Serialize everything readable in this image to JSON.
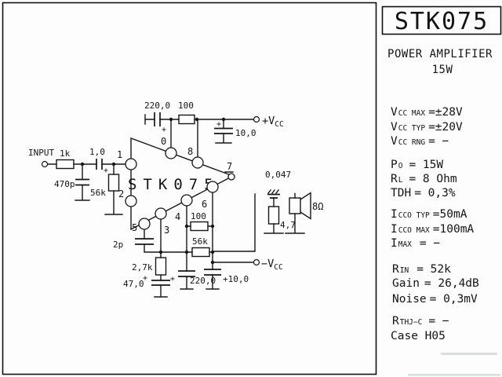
{
  "panel": {
    "title": "STK075",
    "subtitle": "POWER AMPLIFIER",
    "power": "15W",
    "specs": [
      {
        "main": "V",
        "sub": "CC MAX",
        "val": "=±28V"
      },
      {
        "main": "V",
        "sub": "CC TYP",
        "val": "=±20V"
      },
      {
        "main": "V",
        "sub": "CC RNG",
        "val": "= −"
      },
      {
        "main": "P",
        "sub": "O",
        "val": "= 15W"
      },
      {
        "main": "R",
        "sub": "L",
        "val": "= 8 Ohm"
      },
      {
        "main": "TDH",
        "sub": "",
        "val": "= 0,3%"
      },
      {
        "main": "I",
        "sub": "CCO TYP",
        "val": "=50mA"
      },
      {
        "main": "I",
        "sub": "CCO MAX",
        "val": "=100mA"
      },
      {
        "main": "I",
        "sub": "MAX",
        "val": "= −"
      },
      {
        "main": "R",
        "sub": "IN",
        "val": "= 52k"
      },
      {
        "main": "Gain",
        "sub": "",
        "val": "= 26,4dB"
      },
      {
        "main": "Noise",
        "sub": "",
        "val": "= 0,3mV"
      },
      {
        "main": "R",
        "sub": "THJ−C",
        "val": "= −"
      },
      {
        "main": "Case H05",
        "sub": "",
        "val": ""
      }
    ]
  },
  "schematic": {
    "ic_label": "STK075",
    "input_label": "INPUT",
    "plus_sign": "+",
    "labels": {
      "r_series_in": "1k",
      "c_input_shunt": "470p",
      "c_coupling": "1,0",
      "r_input_bias": "56k",
      "c_ripple": "220,0",
      "r_bootstrap": "100",
      "c_vcc_decouple": "10,0",
      "c_zobel": "0,047",
      "r_zobel": "4,7",
      "speaker_impedance": "8Ω",
      "c_phase": "2p",
      "r_feedback": "2,7k",
      "c_feedback": "47,0",
      "r_bottom_100": "100",
      "r_bottom_56k": "56k",
      "c_bottom_220": "220,0",
      "c_bottom_10": "+10,0"
    },
    "pins": {
      "p0": "0",
      "p1": "1",
      "p2": "2",
      "p3": "3",
      "p4": "4",
      "p5": "5",
      "p6": "6",
      "p7": "7",
      "p8": "8"
    },
    "rails": {
      "vcc_pos_main": "+V",
      "vcc_pos_sub": "CC",
      "vcc_neg_main": "−V",
      "vcc_neg_sub": "CC"
    }
  }
}
